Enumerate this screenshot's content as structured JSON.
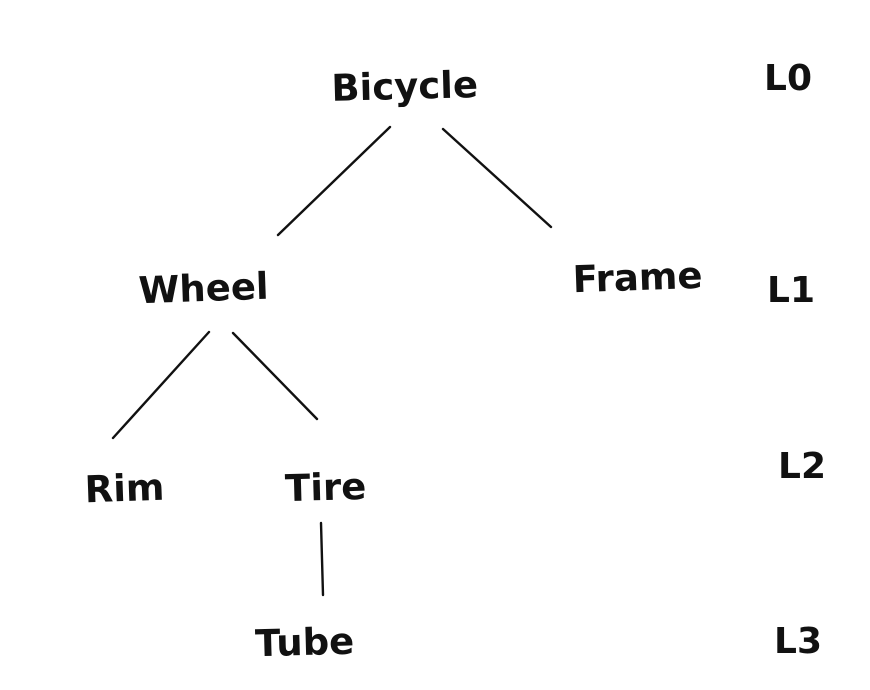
{
  "diagram": {
    "type": "tree",
    "root": "Bicycle",
    "nodes": {
      "bicycle": {
        "label": "Bicycle",
        "level": "L0",
        "parent": null
      },
      "wheel": {
        "label": "Wheel",
        "level": "L1",
        "parent": "Bicycle"
      },
      "frame": {
        "label": "Frame",
        "level": "L1",
        "parent": "Bicycle"
      },
      "rim": {
        "label": "Rim",
        "level": "L2",
        "parent": "Wheel"
      },
      "tire": {
        "label": "Tire",
        "level": "L2",
        "parent": "Wheel"
      },
      "tube": {
        "label": "Tube",
        "level": "L3",
        "parent": "Tire"
      }
    },
    "edges": [
      {
        "from": "Bicycle",
        "to": "Wheel"
      },
      {
        "from": "Bicycle",
        "to": "Frame"
      },
      {
        "from": "Wheel",
        "to": "Rim"
      },
      {
        "from": "Wheel",
        "to": "Tire"
      },
      {
        "from": "Tire",
        "to": "Tube"
      }
    ],
    "level_labels": {
      "l0": "L0",
      "l1": "L1",
      "l2": "L2",
      "l3": "L3"
    },
    "colors": {
      "ink": "#111111",
      "background": "#ffffff"
    }
  }
}
